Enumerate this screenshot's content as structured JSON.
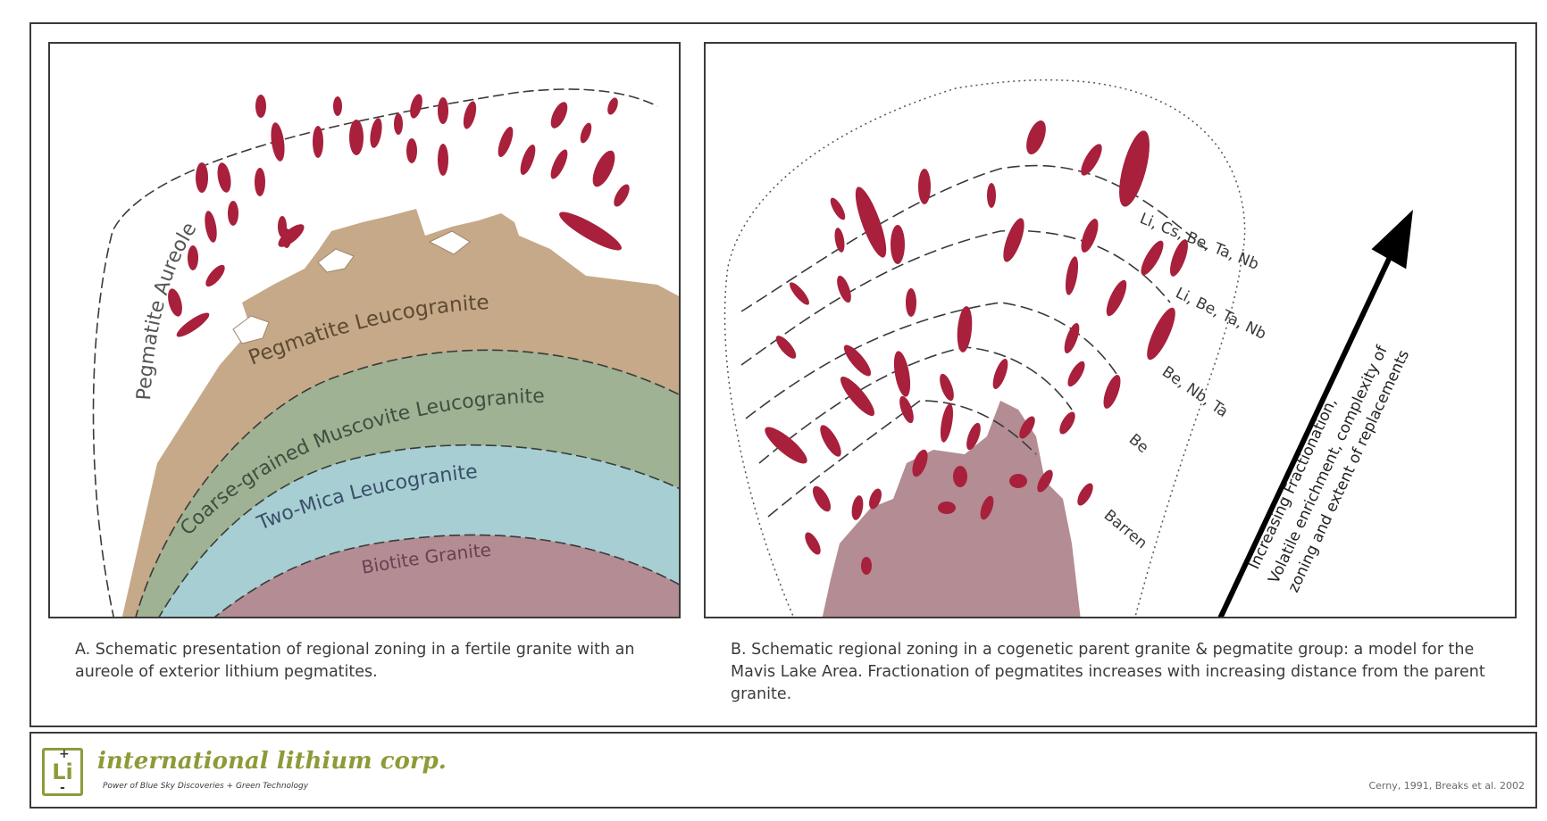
{
  "panel_a": {
    "labels": {
      "aureole": "Pegmatite Aureole",
      "pegmatite_leucogranite": "Pegmatite  Leucogranite",
      "muscovite_leucogranite": "Coarse-grained Muscovite Leucogranite",
      "two_mica": "Two-Mica  Leucogranite",
      "biotite": "Biotite Granite"
    },
    "colors": {
      "pegmatite_leucogranite": "#c6a988",
      "muscovite_leucogranite": "#9fb293",
      "two_mica": "#a7cfd3",
      "biotite": "#b48c93",
      "pegmatite": "#a8203b"
    },
    "caption": "A. Schematic presentation of regional zoning in a fertile granite with an aureole of exterior lithium pegmatites."
  },
  "panel_b": {
    "zones": [
      "Li, Cs, Be, Ta, Nb",
      "Li, Be, Ta, Nb",
      "Be, Nb, Ta",
      "Be",
      "Barren"
    ],
    "arrow_text": [
      "Increasing Fractionation,",
      "Volatile enrichment, complexity of",
      "zoning and extent of replacements"
    ],
    "colors": {
      "granite": "#b48c93",
      "pegmatite": "#a8203b",
      "arrow": "#000000"
    },
    "caption": "B. Schematic regional zoning in a cogenetic parent granite & pegmatite group: a model for the Mavis Lake Area. Fractionation of pegmatites increases with increasing distance from the parent granite."
  },
  "footer": {
    "logo_symbol": "Li",
    "logo_plus": "+",
    "logo_minus": "-",
    "company": "international lithium corp.",
    "tagline": "Power of Blue Sky Discoveries + Green Technology",
    "credit": "Cerny, 1991, Breaks et al. 2002"
  }
}
